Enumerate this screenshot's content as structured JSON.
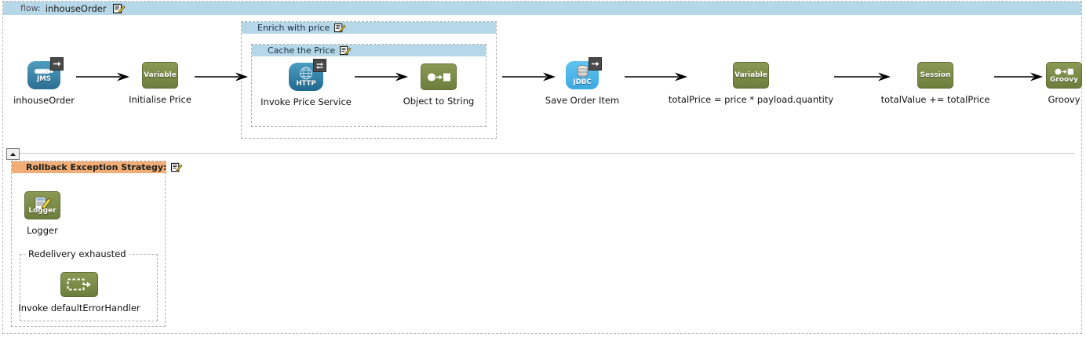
{
  "flow": {
    "label": "flow:",
    "name": "inhouseOrder",
    "edit_icon": "edit-pencil-icon"
  },
  "groups": [
    {
      "id": "enrich",
      "title": "Enrich with price",
      "edit_icon": "edit-pencil-icon"
    },
    {
      "id": "cache",
      "title": "Cache the Price",
      "edit_icon": "edit-pencil-icon"
    }
  ],
  "main_nodes": [
    {
      "id": "inhouse-order",
      "caption": "inhouseOrder",
      "icon": "jms-connector-icon",
      "icon_text": "JMS",
      "badge": "inbound-arrow-badge"
    },
    {
      "id": "initialise-price",
      "caption": "Initialise Price",
      "icon": "variable-icon",
      "icon_text": "Variable",
      "badge": ""
    },
    {
      "id": "invoke-price-service",
      "caption": "Invoke Price Service",
      "icon": "http-connector-icon",
      "icon_text": "HTTP",
      "badge": "request-response-badge"
    },
    {
      "id": "object-to-string",
      "caption": "Object to String",
      "icon": "transformer-icon",
      "icon_text": "",
      "badge": ""
    },
    {
      "id": "save-order-item",
      "caption": "Save Order Item",
      "icon": "jdbc-connector-icon",
      "icon_text": "JDBC",
      "badge": "outbound-arrow-badge"
    },
    {
      "id": "total-price",
      "caption": "totalPrice = price * payload.quantity",
      "icon": "variable-icon",
      "icon_text": "Variable",
      "badge": ""
    },
    {
      "id": "total-value",
      "caption": "totalValue += totalPrice",
      "icon": "session-variable-icon",
      "icon_text": "Session",
      "badge": ""
    },
    {
      "id": "groovy",
      "caption": "Groovy",
      "icon": "groovy-transformer-icon",
      "icon_text": "Groovy",
      "badge": ""
    }
  ],
  "exception": {
    "title": "Rollback Exception Strategy:",
    "edit_icon": "edit-pencil-icon",
    "nodes": [
      {
        "id": "logger",
        "caption": "Logger",
        "icon": "logger-icon",
        "icon_text": "Logger"
      },
      {
        "id": "invoke-default-error-handler",
        "caption": "Invoke defaultErrorHandler",
        "icon": "invoke-flow-icon",
        "icon_text": ""
      }
    ],
    "redelivery_label": "Redelivery exhausted"
  },
  "colors": {
    "header_blue": "#b6d7e8",
    "exception_orange": "#f0ad75",
    "olive": "#7d8d48",
    "jms_blue": "#3b82a6",
    "jdbc_blue": "#4fb7e8",
    "dash_border": "#b0b0b0"
  },
  "controls": {
    "collapse": "collapse-up-button"
  }
}
